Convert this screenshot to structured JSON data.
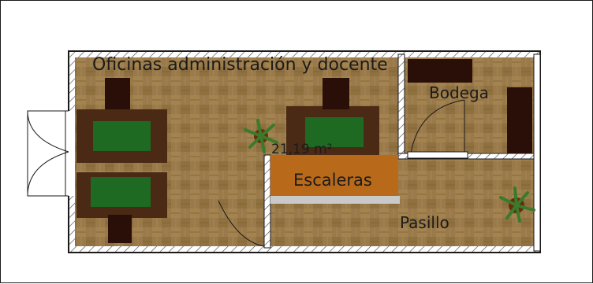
{
  "plan": {
    "rooms": {
      "offices": "Oficinas administración y docente",
      "storage": "Bodega",
      "stairs": "Escaleras",
      "hallway": "Pasillo"
    },
    "area_label": "21,19 m²"
  },
  "colors": {
    "floor": "#9a7a4a",
    "wall": "#1a1a1a",
    "desk": "#4a2a15",
    "desk_top": "#1f6a22",
    "chair": "#2a0e08",
    "stairs": "#b86a1a",
    "stairs_rail": "#c9c9c9",
    "plant": "#3a7a2a"
  },
  "icons": [
    "desk-icon",
    "chair-icon",
    "plant-icon",
    "door-icon",
    "shelf-icon"
  ]
}
